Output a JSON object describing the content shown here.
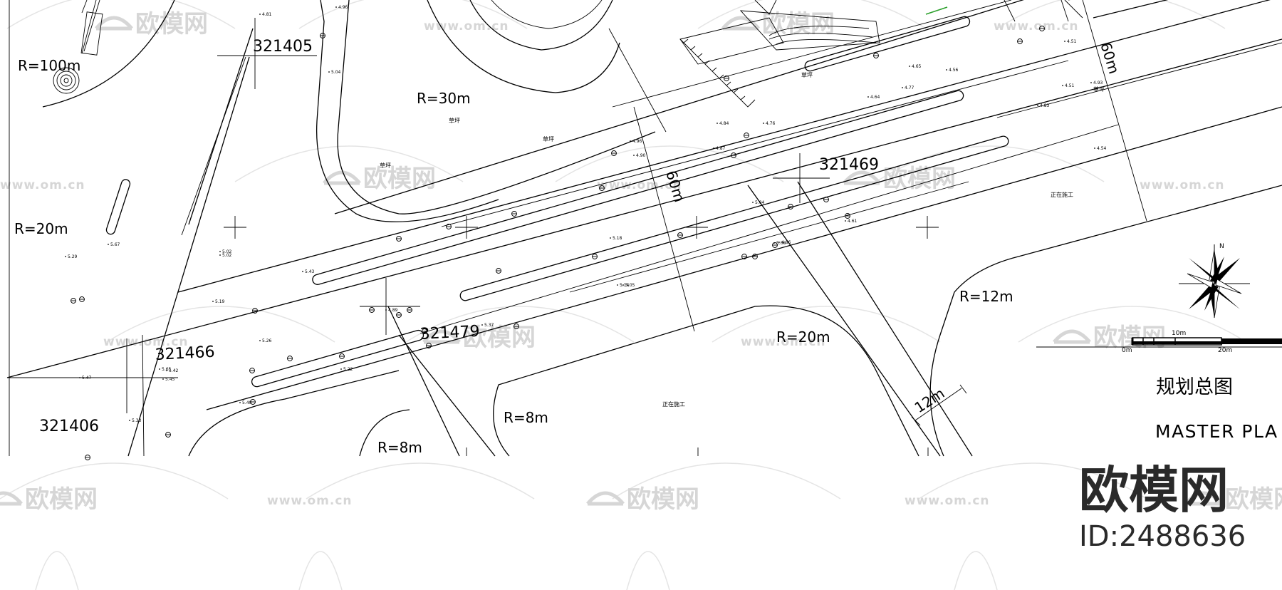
{
  "drawing": {
    "radius_labels": [
      {
        "id": "r100",
        "text": "R=100m"
      },
      {
        "id": "r30",
        "text": "R=30m"
      },
      {
        "id": "r20-left",
        "text": "R=20m"
      },
      {
        "id": "r12",
        "text": "R=12m"
      },
      {
        "id": "r20-center",
        "text": "R=20m"
      },
      {
        "id": "r8-center",
        "text": "R=8m"
      },
      {
        "id": "r8-bottom",
        "text": "R=8m"
      }
    ],
    "station_labels": [
      {
        "id": "s321405",
        "text": "321405"
      },
      {
        "id": "s321469",
        "text": "321469"
      },
      {
        "id": "s321479",
        "text": "321479"
      },
      {
        "id": "s321466",
        "text": "321466"
      },
      {
        "id": "s321406",
        "text": "321406"
      }
    ],
    "dimension_labels": [
      {
        "id": "d60-right",
        "text": "60m"
      },
      {
        "id": "d60-center",
        "text": "60m"
      },
      {
        "id": "d12",
        "text": "12m"
      }
    ],
    "spot_heights": [
      "4.81",
      "4.96",
      "4.90",
      "5.04",
      "4.65",
      "4.56",
      "4.77",
      "4.64",
      "4.51",
      "4.51",
      "4.83",
      "4.76",
      "4.84",
      "4.87",
      "4.96",
      "5.02",
      "5.67",
      "5.29",
      "5.02",
      "5.43",
      "5.19",
      "5.18",
      "5.14",
      "5.04",
      "5.05",
      "5.06",
      "4.89",
      "5.37",
      "5.26",
      "5.42",
      "5.45",
      "5.47",
      "5.33",
      "5.22",
      "5.40",
      "4.54",
      "4.93",
      "5.65",
      "4.61",
      "4.86"
    ],
    "area_notes": [
      "草坪",
      "草坪",
      "草坪",
      "草坪",
      "草坪",
      "正在施工",
      "正在施工"
    ],
    "title_cn": "规划总图",
    "title_en": "MASTER PLA",
    "north_label": "N",
    "scale": {
      "labels": [
        "0m",
        "10m",
        "20m"
      ]
    }
  },
  "watermarks": {
    "site_name": "欧模网",
    "url": "www.om.cn"
  },
  "branding": {
    "logo_text": "欧模网",
    "id_text": "ID:2488636"
  }
}
